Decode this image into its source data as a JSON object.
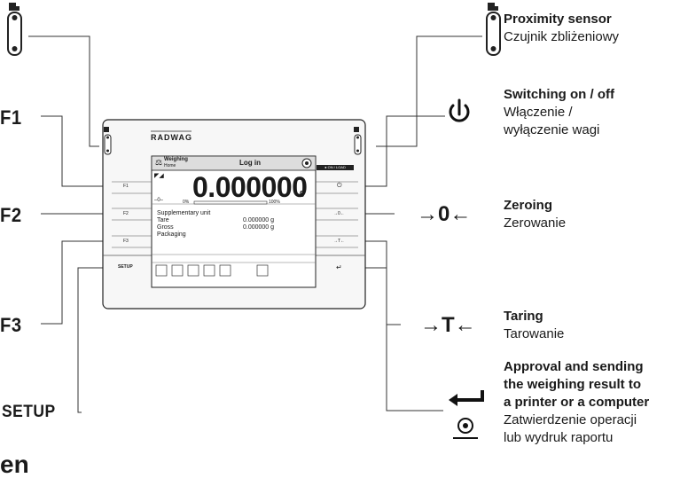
{
  "left_labels": {
    "f1": "F1",
    "f2": "F2",
    "f3": "F3",
    "setup": "SETUP"
  },
  "right_labels": [
    {
      "id": "proximity",
      "title": "Proximity sensor",
      "subtitle": [
        "Czujnik zbliżeniowy"
      ]
    },
    {
      "id": "power",
      "title": "Switching on / off",
      "subtitle": [
        "Włączenie /",
        "wyłączenie wagi"
      ]
    },
    {
      "id": "zero",
      "title": "Zeroing",
      "subtitle": [
        "Zerowanie"
      ]
    },
    {
      "id": "tare",
      "title": "Taring",
      "subtitle": [
        "Tarowanie"
      ]
    },
    {
      "id": "enter",
      "title": "Approval and sending",
      "title2": "the weighing result to",
      "title3": "a printer or a computer",
      "subtitle": [
        "Zatwierdzenie operacji",
        "lub wydruk raportu"
      ]
    }
  ],
  "symbols": {
    "zero": "→0←",
    "tare": "→T←"
  },
  "panel": {
    "brand": "RADWAG",
    "screen_mode": "Weighing",
    "screen_user": "Home",
    "screen_title": "Log in",
    "on_load": "● ON / LOAD",
    "reading": "0.000000",
    "unit": "g",
    "zero_mark": "–0–",
    "bar_min": "0%",
    "bar_max": "100%",
    "info": [
      {
        "label": "Supplementary unit",
        "value": ""
      },
      {
        "label": "Tare",
        "value": "0.000000 g"
      },
      {
        "label": "Gross",
        "value": "0.000000 g"
      },
      {
        "label": "Packaging",
        "value": ""
      }
    ],
    "keys_left": [
      "F1",
      "F2",
      "F3",
      "SETUP"
    ],
    "keys_right": [
      "⏻",
      "→0←",
      "→T←",
      "↵"
    ]
  },
  "footer_fragment": "en"
}
